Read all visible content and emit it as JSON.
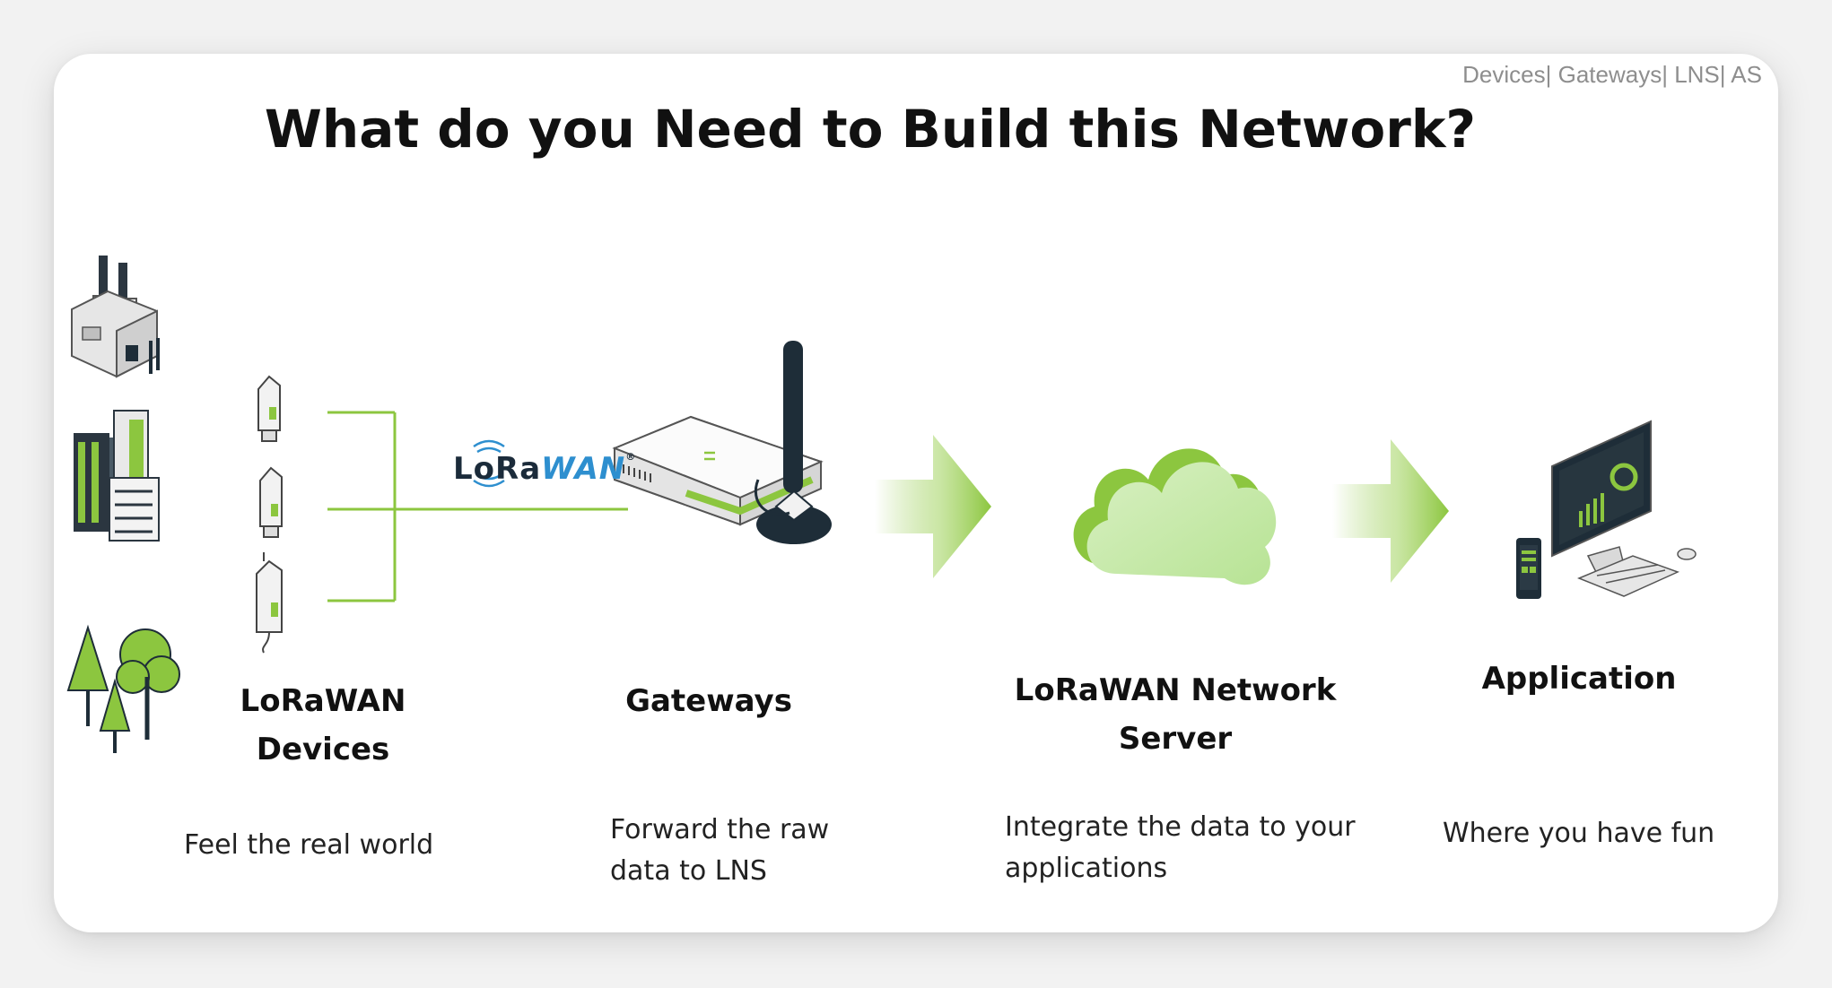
{
  "breadcrumb": "Devices| Gateways| LNS| AS",
  "title": "What do you Need to Build this Network?",
  "logo": {
    "lora": "LoRa",
    "wan": "WAN",
    "reg": "®"
  },
  "stages": [
    {
      "heading": "LoRaWAN Devices",
      "description": "Feel the real world"
    },
    {
      "heading": "Gateways",
      "description": "Forward the raw data to LNS"
    },
    {
      "heading": "LoRaWAN Network Server",
      "description": "Integrate the data to your applications"
    },
    {
      "heading": "Application",
      "description": "Where you have fun"
    }
  ],
  "colors": {
    "accent_green": "#8cc63f",
    "light_green": "#c5e8a6",
    "dark_navy": "#1e2d38",
    "gray": "#d9d9d9"
  },
  "icons": [
    "factory-icon",
    "city-buildings-icon",
    "trees-icon",
    "sensor-device-icon",
    "gateway-icon",
    "cloud-icon",
    "computer-monitor-icon",
    "phone-icon"
  ]
}
